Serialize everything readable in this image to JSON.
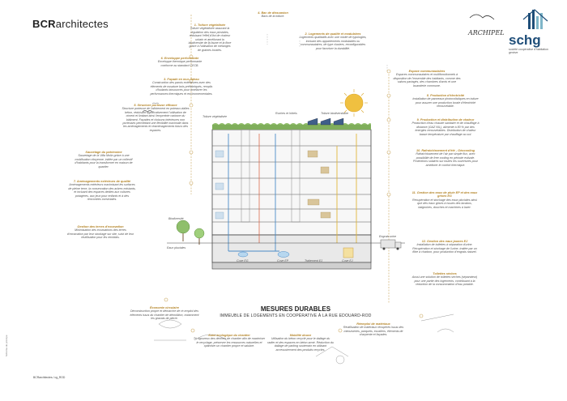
{
  "logos": {
    "bcr_bold": "BCR",
    "bcr_rest": "architectes",
    "archipel": "ARCHIPEL",
    "schg": "schg",
    "schg_sub": "société coopérative d'habitation genève"
  },
  "title": "MESURES DURABLES",
  "subtitle": "IMMEUBLE DE LOGEMENTS EN COOPÉRATIVE À LA RUE EDOUARD-ROD",
  "footer": "BCRarchitectes / cg_ROD",
  "vertical_note": "Schéma de principe",
  "notes": {
    "n1": {
      "title": "1. Toiture végétalisée",
      "body": "Toiture végétalisée assurant la régulation des eaux pluviales, réduisant l'effet d'îlot de chaleur urbain et améliorant la biodiversité de la faune et la flore grâce à l'utilisation de mélanges de graines locales."
    },
    "n2": {
      "title": "2. Logements de qualité et modulaires",
      "body": "Logements qualitatifs avec une mixité de typologies, incluant des appartements modulables ou communautaires, de type clusters, reconfigurables pour favoriser la durabilité."
    },
    "n3": {
      "title": "3. Façade en mur-rideau",
      "body": "Construction des parois extérieures avec des éléments de ossature bois préfabriqués, remplis d'isolants biosourcés pour améliorer les performances thermiques et environnementales."
    },
    "n4": {
      "title": "4. Bac de dissuasion",
      "body": "Bacs de la toiture."
    },
    "n5": {
      "title": "5. Structure porteuse efficace",
      "body": "Structure porteuse de l'allotement en poteaux-dalles béton, réduisant significativement l'utilisation de ciment et limitant ainsi l'empreinte carbone du bâtiment. Façades et cloisons intérieures non porteuses permettant une flexibilité maximale dans les aménagements et réaménagements futurs des espaces."
    },
    "n6": {
      "title": "6. Enveloppe performante",
      "body": "Enveloppe thermique performante conforme au standard CECB."
    },
    "n7": {
      "title": "7. Aménagements extérieurs de qualité",
      "body": "Aménagements extérieurs maximisant les surfaces de pleine terre, la conservation des arbres existants, et incluant des espaces dédiés aux cultures potagères, aux jeux pour enfants et à des rencontres conviviales."
    },
    "n8": {
      "title": "8. Production d'électricité",
      "body": "Installation de panneaux photovoltaïques en toiture pour assurer une production locale d'électricité renouvelable."
    },
    "n9": {
      "title": "9. Production et distribution de chaleur",
      "body": "Production d'eau chaude sanitaire et de chauffage à distance (GAZ NIL), alimenté à 80 % par des énergies renouvelables. Distribution de chaleur basse température par chauffage au sol."
    },
    "n10": {
      "title": "10. Rafraichissement d'été - Géocooling",
      "body": "Rafraîchissement de l'air par simple flux, avec possibilité de free cooling en période estivale. Protections solaires sur toutes les ouvertures pour améliorer le confort thermique."
    },
    "n11": {
      "title": "11. Gestion des eaux de pluie EP et des eaux grises EG",
      "body": "Récupération et stockage des eaux pluviales ainsi que des eaux grises à issues des lavabos, baignoires, douches et machines à laver."
    },
    "n12": {
      "title": "12. Gestion des eaux jaunes EJ",
      "body": "Installation de toilettes à séparation d'urine. Récupération et stockage de l'urine, traitée par un filtre à charbon, pour production d'engrais naturel."
    },
    "n13": {
      "title": "Toilettes sèches",
      "body": "Aussi une solution de toilettes sèches (séparateur) pour une partie des logements, contribuant à la réduction de la consommation d'eau potable."
    },
    "n14": {
      "title": "Réemploi de matériaux",
      "body": "Réutilisation de matériaux récupérés issus des menuiseries, parquets, escaliers, éléments de charpente et façades."
    },
    "n15": {
      "title": "Mobilité douce",
      "body": "Utilisation du béton recyclé pour le dallage du radier et des espaces en béton armé. Réduction du dallage de parking souterrain en utilisant accessoirement des produits recyclés."
    },
    "n16": {
      "title": "Économie circulaire",
      "body": "Déconstruction propre et démarche de ré-emploi des éléments issus du chantier de démolition, notamment les gravats de pierre."
    },
    "n17": {
      "title": "Gestion des terres d'excavation",
      "body": "Minimisation des excavations des terres d'excavation par leur stockage sur site, suivi de leur réutilisation pour les remblais."
    },
    "n18": {
      "title": "Suivi écologique du chantier",
      "body": "Tri rigoureux des déchets de chantier afin de maximiser le recyclage, préserver les ressources naturelles et optimiser un chantier propre et salubre."
    },
    "n19": {
      "title": "Sauvetage du patrimoine",
      "body": "Sauvetage de la Villa Molin grâce à une mobilisation citoyenne, initiée par un collectif d'habitants pour la transformer en maison de quartier."
    },
    "n20": {
      "title": "Espace communautaires",
      "body": "Espaces communautaires et multifonctionnels à disposition de l'ensemble des habitants, comme des salons partagés, des chambres d'amis et une buanderie commune."
    }
  },
  "diagram_labels": {
    "roof": "Toiture végétalisée",
    "ruches": "Ruches et hôtels",
    "roof2": "Toiture biodiversitaire",
    "eaux_pluviales": "Eaux pluviales",
    "cuve_eg": "Cuve EG",
    "cuve_ep": "Cuve EP",
    "traitement_ej": "Traitement EJ",
    "cuve_ej": "Cuve EJ",
    "engrais": "Engrais urine",
    "bio": "Biodiversité"
  }
}
